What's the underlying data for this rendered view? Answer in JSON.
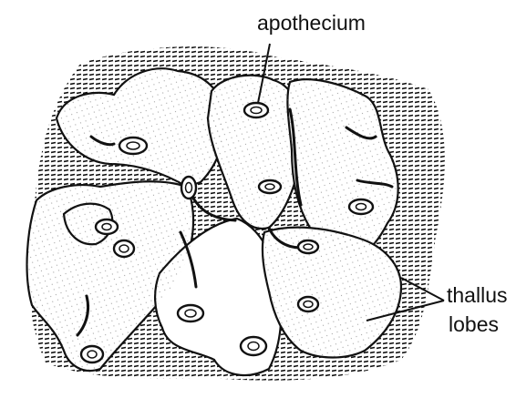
{
  "labels": {
    "apothecium": "apothecium",
    "thallus_line1": "thallus",
    "thallus_line2": "lobes"
  },
  "colors": {
    "ink": "#111111",
    "lobe_fill": "#ffffff",
    "background": "#ffffff"
  }
}
